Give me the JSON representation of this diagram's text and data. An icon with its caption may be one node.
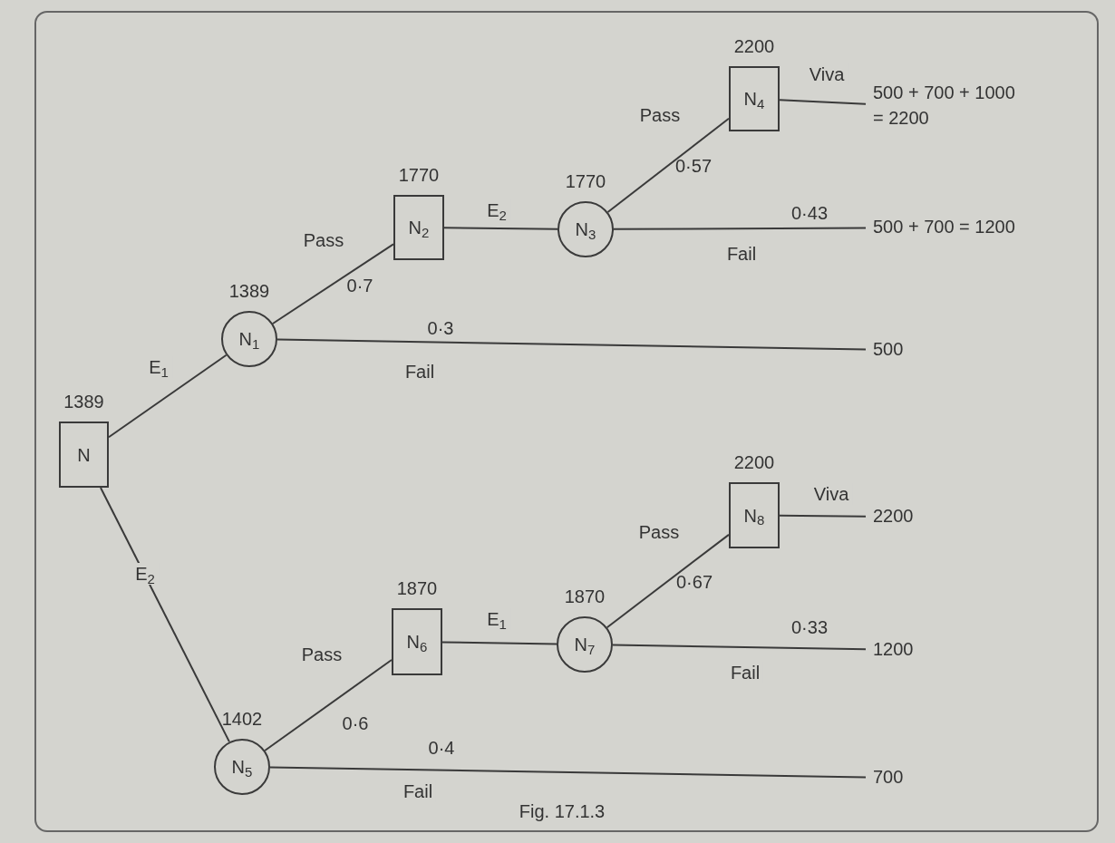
{
  "diagram": {
    "caption": "Fig. 17.1.3",
    "nodes": [
      {
        "text": [
          "N"
        ],
        "beside": [
          "1389"
        ]
      },
      {
        "text": [
          "N$_{1}$"
        ],
        "beside": [
          "1389"
        ]
      },
      {
        "text": [
          "N$_{2}$"
        ],
        "beside": [
          "1770"
        ]
      },
      {
        "text": [
          "N$_{3}$"
        ],
        "beside": [
          "1770"
        ]
      },
      {
        "text": [
          "N$_{4}$"
        ],
        "beside": [
          "2200"
        ]
      },
      {
        "text": [
          "500 + 700 + 1000 = 2200"
        ]
      },
      {
        "text": [
          "500 + 700 = 1200"
        ]
      },
      {
        "text": [
          "500"
        ]
      },
      {
        "text": [
          "N$_{5}$"
        ],
        "beside": [
          "1402"
        ]
      },
      {
        "text": [
          "N$_{6}$"
        ],
        "beside": [
          "1870"
        ]
      },
      {
        "text": [
          "N$_{7}$"
        ],
        "beside": [
          "1870"
        ]
      },
      {
        "text": [
          "N$_{8}$"
        ],
        "beside": [
          "2200"
        ]
      },
      {
        "text": [
          "2200"
        ]
      },
      {
        "text": [
          "1200"
        ]
      },
      {
        "text": [
          "700"
        ]
      }
    ],
    "edges": [
      {
        "from": 0,
        "to": 1,
        "arrow": "none",
        "label": "E$_{1}$"
      },
      {
        "from": 1,
        "to": 2,
        "arrow": "none",
        "label": "Pass"
      },
      {
        "from": 2,
        "to": 3,
        "arrow": "none",
        "label": "E$_{2}$"
      },
      {
        "from": 3,
        "to": 4,
        "arrow": "none",
        "label": "Pass"
      },
      {
        "from": 4,
        "to": 5,
        "arrow": "none",
        "label": "Viva"
      },
      {
        "from": 3,
        "to": 6,
        "arrow": "none",
        "label": "Fail"
      },
      {
        "from": 1,
        "to": 7,
        "arrow": "none",
        "label": "Fail"
      },
      {
        "from": 0,
        "to": 8,
        "arrow": "none",
        "label": "E$_{2}$"
      },
      {
        "from": 8,
        "to": 9,
        "arrow": "none",
        "label": "Pass"
      },
      {
        "from": 9,
        "to": 10,
        "arrow": "none",
        "label": "E$_{1}$"
      },
      {
        "from": 10,
        "to": 11,
        "arrow": "none",
        "label": "Pass"
      },
      {
        "from": 11,
        "to": 12,
        "arrow": "none",
        "label": "Viva"
      },
      {
        "from": 10,
        "to": 13,
        "arrow": "none",
        "label": "Fail"
      },
      {
        "from": 8,
        "to": 14,
        "arrow": "none",
        "label": "Fail"
      }
    ],
    "labels": [
      "0·57",
      "0·43",
      "0·7",
      "0·3",
      "0·67",
      "0·33",
      "0·6",
      "0·4"
    ]
  }
}
